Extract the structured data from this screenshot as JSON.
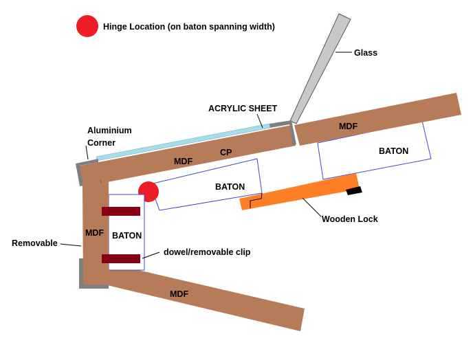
{
  "colors": {
    "mdf": "#B67B58",
    "acrylic": "#A7DCEB",
    "glass": "#C8C8C8",
    "metal": "#7F7F7F",
    "hinge": "#EE1C24",
    "lock": "#FF7F27",
    "dowel": "#880015",
    "baton_stroke": "#3F48CC"
  },
  "legend": {
    "hinge_label": "Hinge Location (on baton spanning width)"
  },
  "labels": {
    "glass": "Glass",
    "acrylic_sheet": "ACRYLIC SHEET",
    "aluminium_corner_line1": "Aluminium",
    "aluminium_corner_line2": "Corner",
    "mdf_lid": "MDF",
    "cp": "CP",
    "mdf_right": "MDF",
    "baton_right": "BATON",
    "baton_lid": "BATON",
    "wooden_lock": "Wooden Lock",
    "mdf_front": "MDF",
    "baton_front": "BATON",
    "removable": "Removable",
    "dowel_clip": "dowel/removable clip",
    "mdf_base": "MDF"
  }
}
